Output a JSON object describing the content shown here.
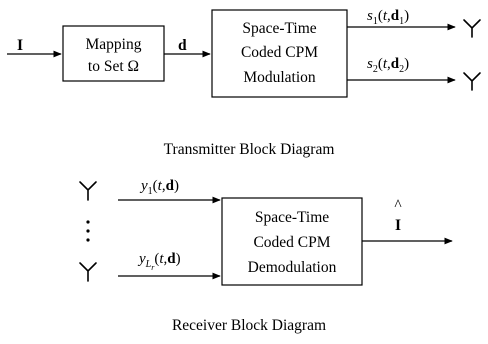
{
  "transmitter": {
    "input_label": "I",
    "mapping_block": {
      "line1": "Mapping",
      "line2": "to Set Ω"
    },
    "intermediate_label": "d",
    "modulation_block": {
      "line1": "Space-Time",
      "line2": "Coded CPM",
      "line3": "Modulation"
    },
    "output_1": {
      "fn": "s",
      "sub": "1",
      "open": "(",
      "t": "t",
      "comma": ",",
      "d": "d",
      "d_sub": "1",
      "close": ")"
    },
    "output_2": {
      "fn": "s",
      "sub": "2",
      "open": "(",
      "t": "t",
      "comma": ",",
      "d": "d",
      "d_sub": "2",
      "close": ")"
    },
    "caption": "Transmitter Block Diagram"
  },
  "receiver": {
    "input_1": {
      "fn": "y",
      "sub": "1",
      "open": "(",
      "t": "t",
      "comma": ",",
      "d": "d",
      "close": ")"
    },
    "input_2": {
      "fn": "y",
      "sub": "L",
      "subsub": "r",
      "open": "(",
      "t": "t",
      "comma": ",",
      "d": "d",
      "close": ")"
    },
    "demodulation_block": {
      "line1": "Space-Time",
      "line2": "Coded CPM",
      "line3": "Demodulation"
    },
    "output_label": "I",
    "output_hat": "^",
    "caption": "Receiver Block Diagram"
  },
  "colors": {
    "stroke": "#000000",
    "background": "#ffffff"
  }
}
